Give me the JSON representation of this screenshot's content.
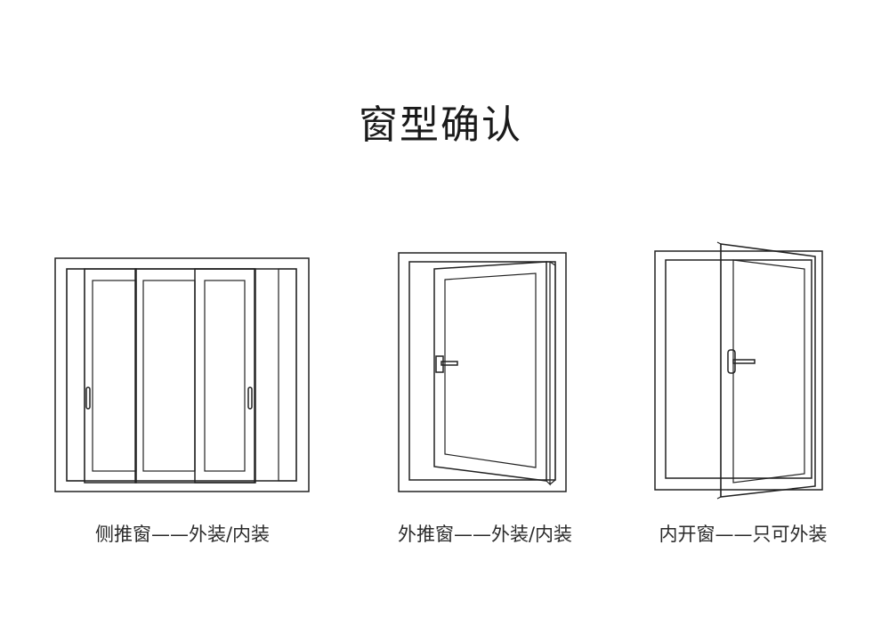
{
  "page": {
    "title": "窗型确认"
  },
  "windows": [
    {
      "id": "sliding",
      "caption": "侧推窗——外装/内装"
    },
    {
      "id": "outswing",
      "caption": "外推窗——外装/内装"
    },
    {
      "id": "inswing",
      "caption": "内开窗——只可外装"
    }
  ],
  "colors": {
    "stroke": "#222222",
    "background": "#ffffff",
    "text": "#2a2a2a"
  }
}
